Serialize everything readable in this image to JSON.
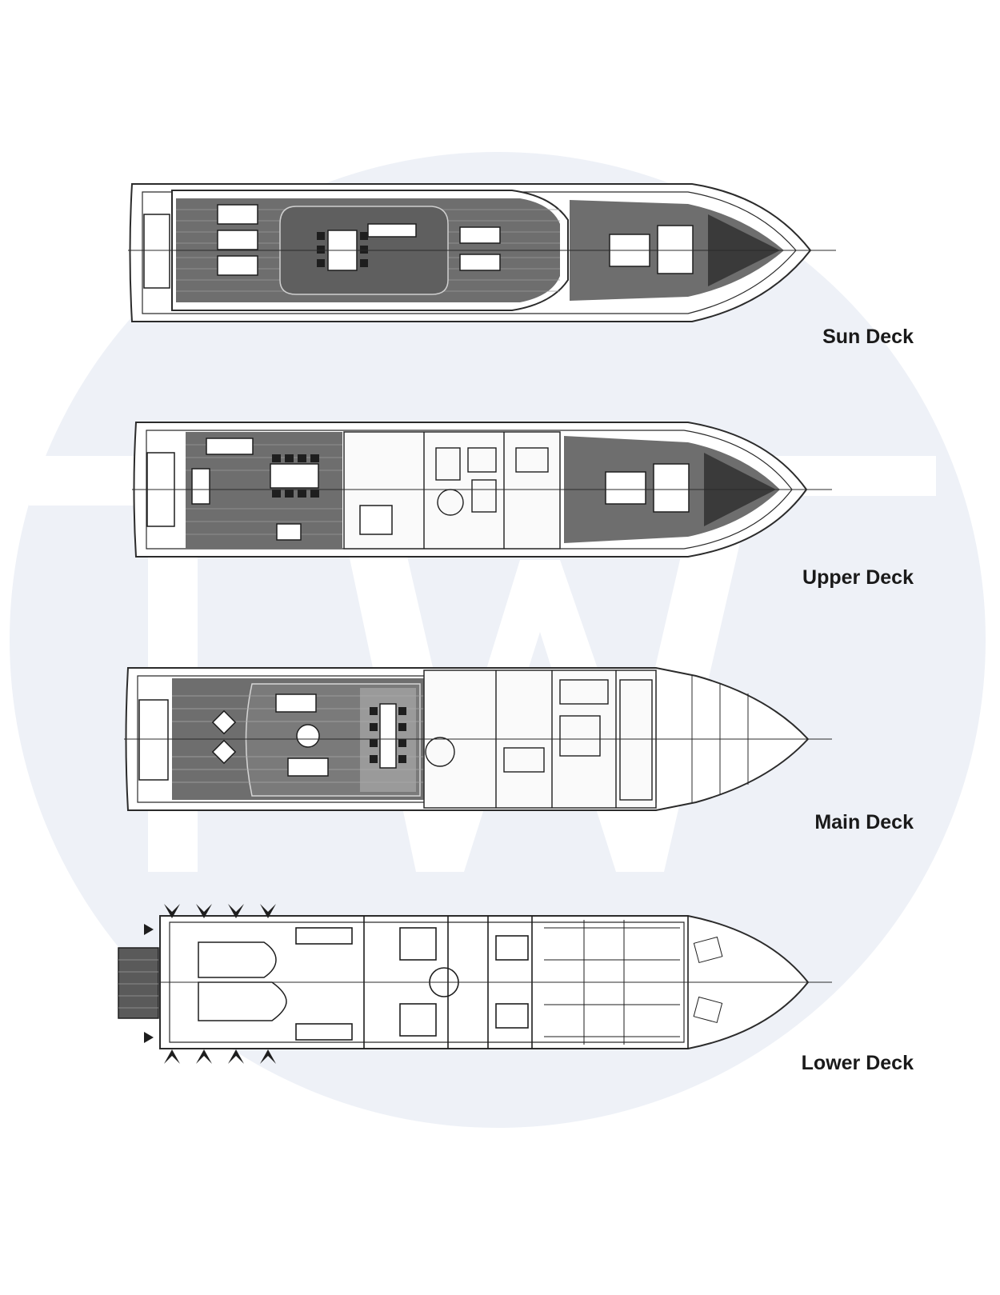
{
  "watermark": {
    "text": "TW",
    "circle_color": "#eef1f7",
    "letter_color": "#ffffff"
  },
  "colors": {
    "hull_outline": "#2b2b2b",
    "teak_deck": "#6e6e6e",
    "teak_stripe": "#9a9a9a",
    "interior": "#fafafa",
    "furniture": "#1e1e1e",
    "label": "#1a1a1a"
  },
  "decks": [
    {
      "id": "sun",
      "label": "Sun Deck"
    },
    {
      "id": "upper",
      "label": "Upper Deck"
    },
    {
      "id": "main",
      "label": "Main Deck"
    },
    {
      "id": "lower",
      "label": "Lower Deck"
    }
  ]
}
